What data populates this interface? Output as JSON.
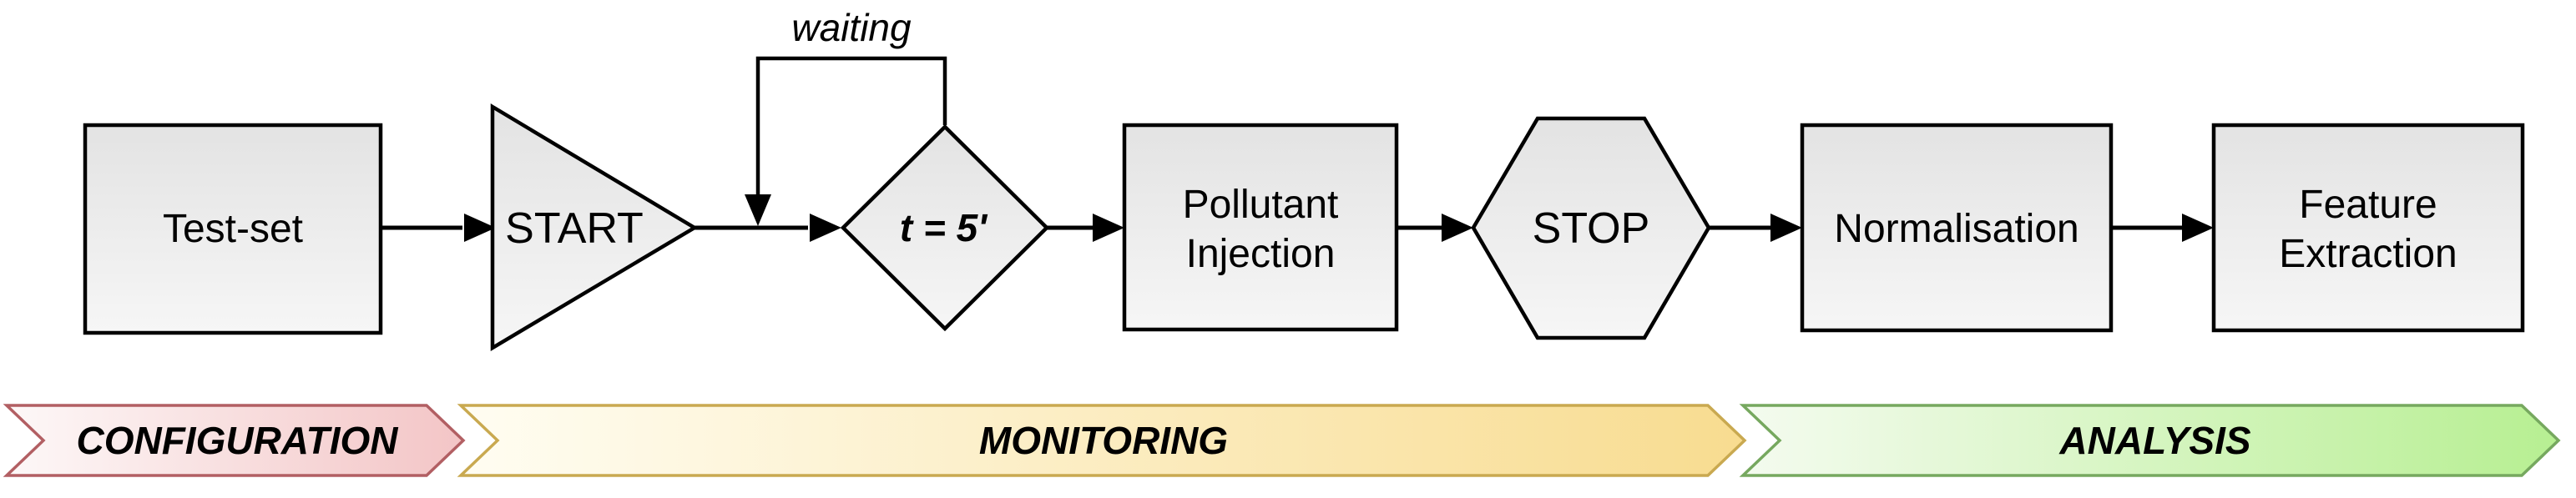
{
  "flowchart": {
    "test_set": {
      "label": "Test-set"
    },
    "start": {
      "label": "START"
    },
    "timer": {
      "label": "t = 5'"
    },
    "loop": {
      "label": "waiting"
    },
    "pollutant_injection": {
      "line1": "Pollutant",
      "line2": "Injection"
    },
    "stop": {
      "label": "STOP"
    },
    "normalisation": {
      "label": "Normalisation"
    },
    "feature_extraction": {
      "line1": "Feature",
      "line2": "Extraction"
    }
  },
  "phases": {
    "configuration": {
      "label": "CONFIGURATION",
      "border": "#b25f63",
      "fill_start": "#fdf8f8",
      "fill_end": "#f3c5c6"
    },
    "monitoring": {
      "label": "MONITORING",
      "border": "#c9a950",
      "fill_start": "#fffdf2",
      "fill_end": "#f8dc90"
    },
    "analysis": {
      "label": "ANALYSIS",
      "border": "#76a85f",
      "fill_start": "#f4fbef",
      "fill_end": "#b7ef92"
    }
  },
  "node_style": {
    "fill_top": "#e3e3e3",
    "fill_bottom": "#f6f6f6",
    "stroke": "#000000"
  }
}
